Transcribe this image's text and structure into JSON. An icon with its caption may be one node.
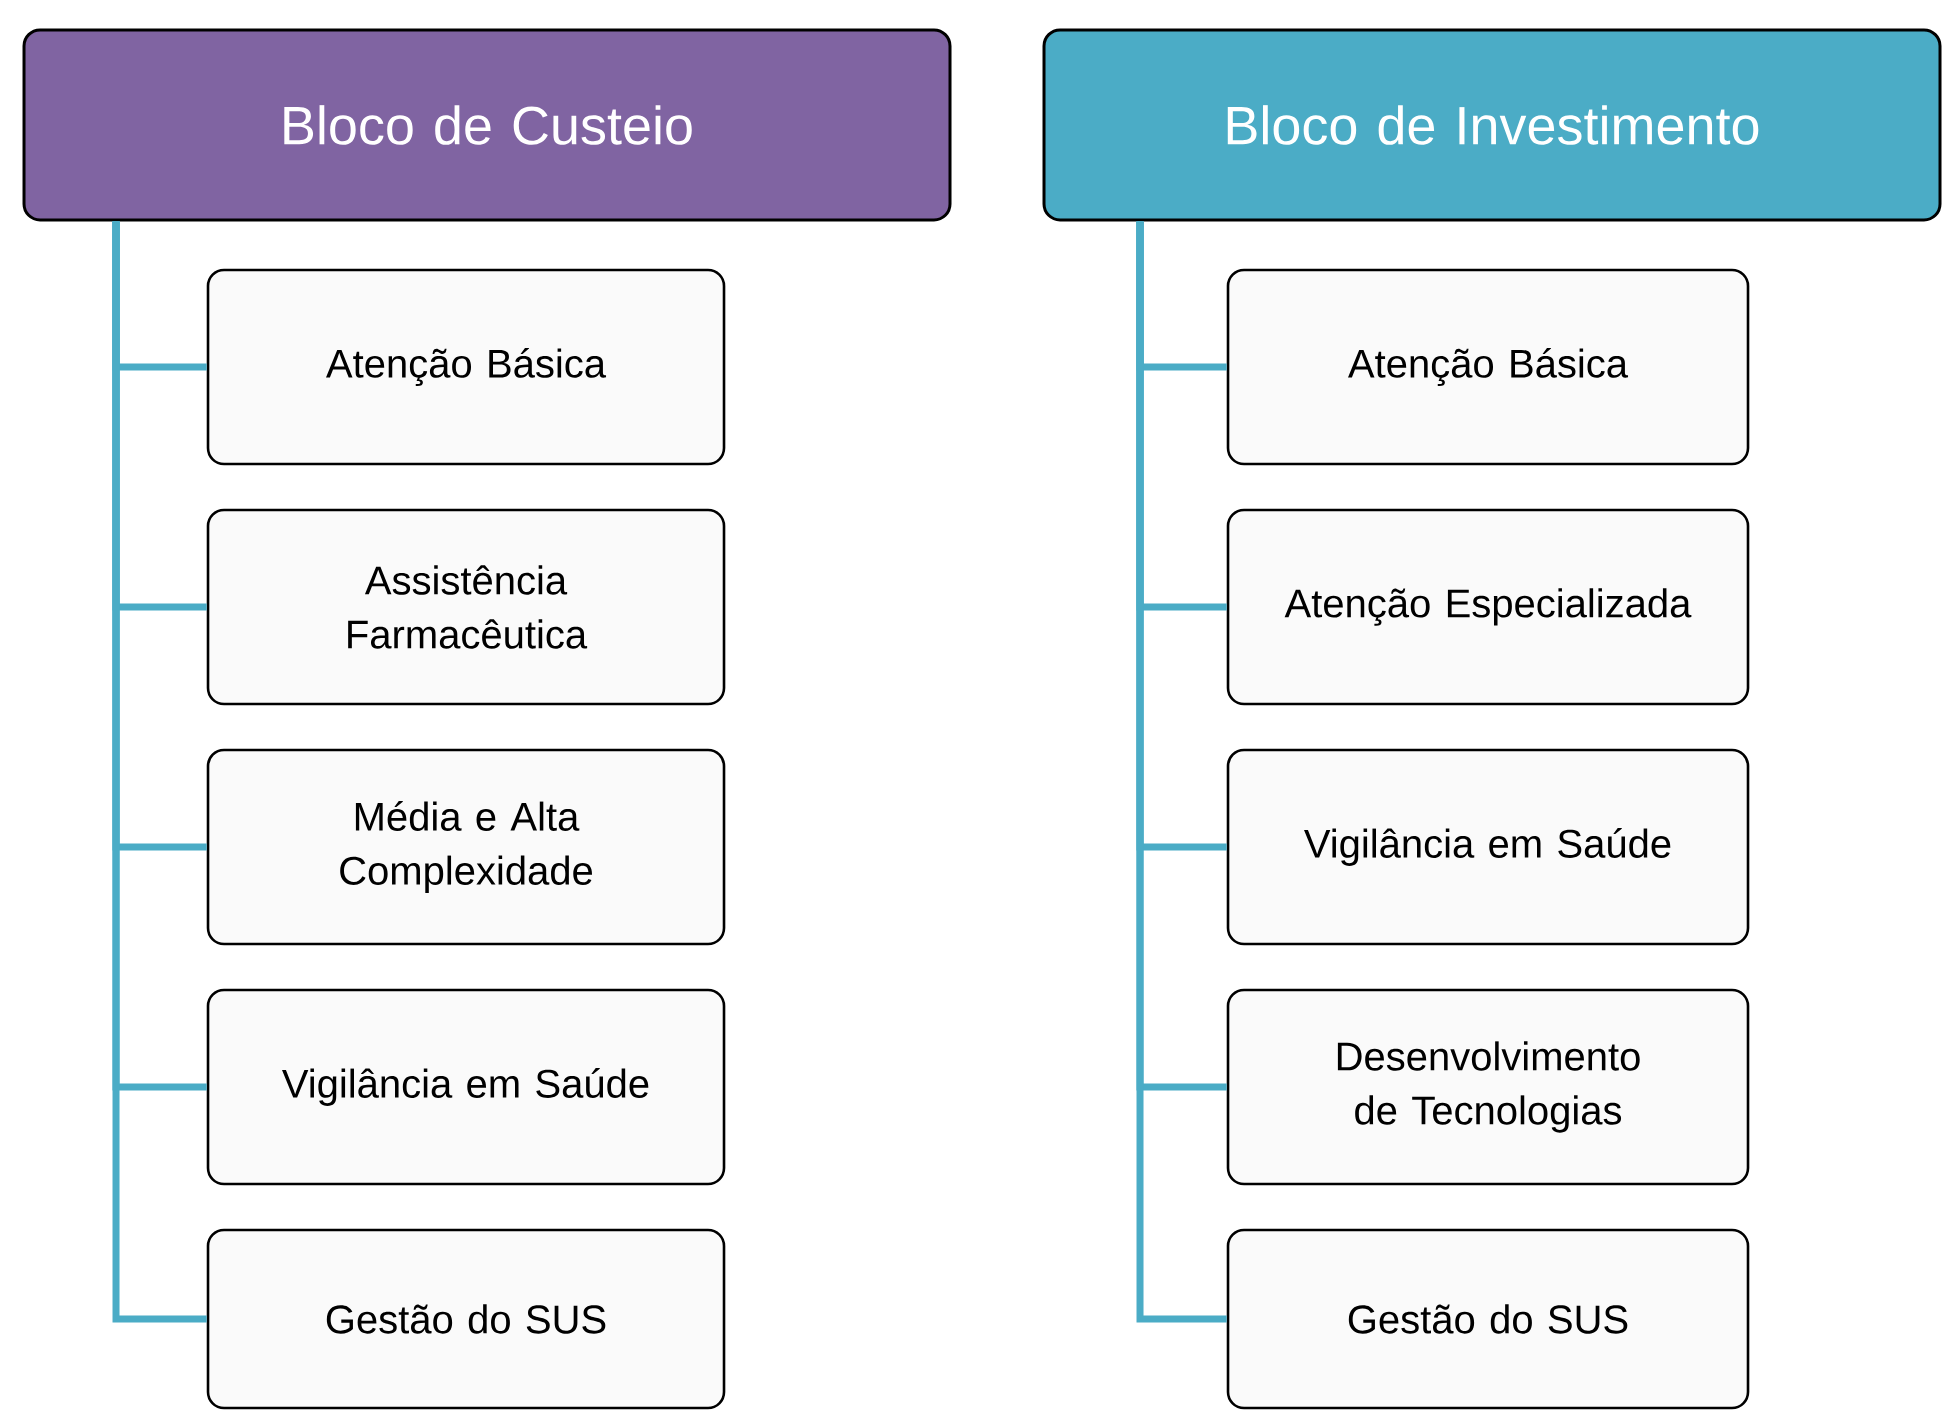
{
  "diagram": {
    "nodes": [
      {
        "text": [
          "Bloco de Custeio"
        ]
      },
      {
        "text": [
          "Atenção Básica"
        ]
      },
      {
        "text": [
          "Assistência Farmacêutica"
        ]
      },
      {
        "text": [
          "Média e Alta Complexidade"
        ]
      },
      {
        "text": [
          "Vigilância em Saúde"
        ]
      },
      {
        "text": [
          "Gestão do SUS"
        ]
      },
      {
        "text": [
          "Bloco de Investimento"
        ]
      },
      {
        "text": [
          "Atenção Básica"
        ]
      },
      {
        "text": [
          "Atenção Especializada"
        ]
      },
      {
        "text": [
          "Vigilância em Saúde"
        ]
      },
      {
        "text": [
          "Desenvolvimento de Tecnologias"
        ]
      },
      {
        "text": [
          "Gestão do SUS"
        ]
      }
    ],
    "edges": [
      {
        "from": 0,
        "to": 1,
        "arrow": "none"
      },
      {
        "from": 0,
        "to": 2,
        "arrow": "none"
      },
      {
        "from": 0,
        "to": 3,
        "arrow": "none"
      },
      {
        "from": 0,
        "to": 4,
        "arrow": "none"
      },
      {
        "from": 0,
        "to": 5,
        "arrow": "none"
      },
      {
        "from": 6,
        "to": 7,
        "arrow": "none"
      },
      {
        "from": 6,
        "to": 8,
        "arrow": "none"
      },
      {
        "from": 6,
        "to": 9,
        "arrow": "none"
      },
      {
        "from": 6,
        "to": 10,
        "arrow": "none"
      },
      {
        "from": 6,
        "to": 11,
        "arrow": "none"
      }
    ]
  }
}
